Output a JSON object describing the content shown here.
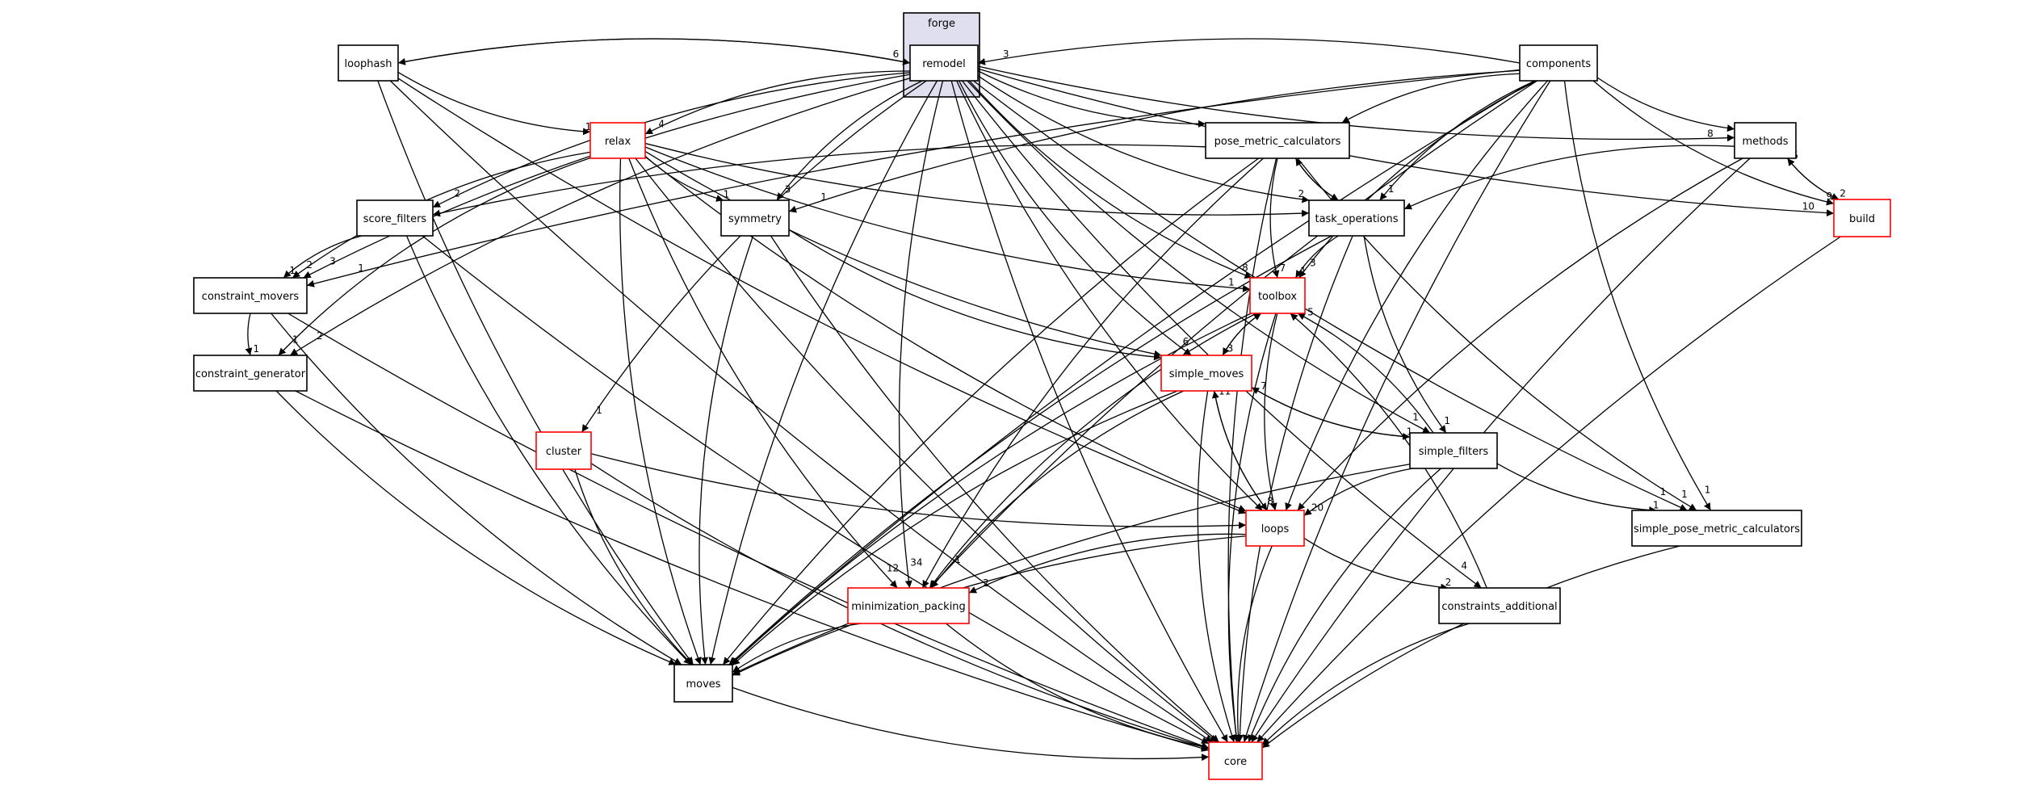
{
  "diagram": {
    "cluster": {
      "id": "forge",
      "label": "forge"
    },
    "nodes": [
      {
        "id": "remodel",
        "label": "remodel",
        "color": "#000000"
      },
      {
        "id": "loophash",
        "label": "loophash",
        "color": "#000000"
      },
      {
        "id": "components",
        "label": "components",
        "color": "#000000"
      },
      {
        "id": "relax",
        "label": "relax",
        "color": "#ff0000"
      },
      {
        "id": "pose_metric_calculators",
        "label": "pose_metric_calculators",
        "color": "#000000"
      },
      {
        "id": "methods",
        "label": "methods",
        "color": "#000000"
      },
      {
        "id": "build",
        "label": "build",
        "color": "#ff0000"
      },
      {
        "id": "score_filters",
        "label": "score_filters",
        "color": "#000000"
      },
      {
        "id": "symmetry",
        "label": "symmetry",
        "color": "#000000"
      },
      {
        "id": "task_operations",
        "label": "task_operations",
        "color": "#000000"
      },
      {
        "id": "constraint_movers",
        "label": "constraint_movers",
        "color": "#000000"
      },
      {
        "id": "toolbox",
        "label": "toolbox",
        "color": "#ff0000"
      },
      {
        "id": "constraint_generator",
        "label": "constraint_generator",
        "color": "#000000"
      },
      {
        "id": "simple_moves",
        "label": "simple_moves",
        "color": "#ff0000"
      },
      {
        "id": "cluster",
        "label": "cluster",
        "color": "#ff0000"
      },
      {
        "id": "simple_filters",
        "label": "simple_filters",
        "color": "#000000"
      },
      {
        "id": "loops",
        "label": "loops",
        "color": "#ff0000"
      },
      {
        "id": "simple_pose_metric_calculators",
        "label": "simple_pose_metric_calculators",
        "color": "#000000"
      },
      {
        "id": "minimization_packing",
        "label": "minimization_packing",
        "color": "#ff0000"
      },
      {
        "id": "constraints_additional",
        "label": "constraints_additional",
        "color": "#000000"
      },
      {
        "id": "moves",
        "label": "moves",
        "color": "#000000"
      },
      {
        "id": "core",
        "label": "core",
        "color": "#ff0000"
      }
    ],
    "edges": [
      {
        "from": "remodel",
        "to": "loophash",
        "label": ""
      },
      {
        "from": "remodel",
        "to": "relax",
        "label": "4"
      },
      {
        "from": "remodel",
        "to": "pose_metric_calculators",
        "label": ""
      },
      {
        "from": "remodel",
        "to": "methods",
        "label": "8"
      },
      {
        "from": "remodel",
        "to": "build",
        "label": "10"
      },
      {
        "from": "remodel",
        "to": "score_filters",
        "label": "2"
      },
      {
        "from": "remodel",
        "to": "symmetry",
        "label": "3"
      },
      {
        "from": "remodel",
        "to": "task_operations",
        "label": "2"
      },
      {
        "from": "remodel",
        "to": "constraint_movers",
        "label": "3"
      },
      {
        "from": "remodel",
        "to": "toolbox",
        "label": "8"
      },
      {
        "from": "remodel",
        "to": "constraint_generator",
        "label": "2"
      },
      {
        "from": "remodel",
        "to": "simple_moves",
        "label": "6"
      },
      {
        "from": "remodel",
        "to": "cluster",
        "label": "1"
      },
      {
        "from": "remodel",
        "to": "simple_filters",
        "label": "1"
      },
      {
        "from": "remodel",
        "to": "loops",
        "label": ""
      },
      {
        "from": "remodel",
        "to": "simple_pose_metric_calculators",
        "label": "1"
      },
      {
        "from": "remodel",
        "to": "minimization_packing",
        "label": "34"
      },
      {
        "from": "remodel",
        "to": "constraints_additional",
        "label": "4"
      },
      {
        "from": "remodel",
        "to": "moves",
        "label": ""
      },
      {
        "from": "remodel",
        "to": "core",
        "label": ""
      },
      {
        "from": "components",
        "to": "remodel",
        "label": "3"
      },
      {
        "from": "components",
        "to": "pose_metric_calculators",
        "label": ""
      },
      {
        "from": "components",
        "to": "methods",
        "label": ""
      },
      {
        "from": "components",
        "to": "build",
        "label": "9"
      },
      {
        "from": "components",
        "to": "task_operations",
        "label": "1"
      },
      {
        "from": "components",
        "to": "symmetry",
        "label": "1"
      },
      {
        "from": "components",
        "to": "constraint_movers",
        "label": "1"
      },
      {
        "from": "components",
        "to": "toolbox",
        "label": "3"
      },
      {
        "from": "components",
        "to": "loops",
        "label": ""
      },
      {
        "from": "components",
        "to": "simple_pose_metric_calculators",
        "label": "1"
      },
      {
        "from": "components",
        "to": "minimization_packing",
        "label": "1"
      },
      {
        "from": "components",
        "to": "moves",
        "label": ""
      },
      {
        "from": "components",
        "to": "core",
        "label": ""
      },
      {
        "from": "loophash",
        "to": "remodel",
        "label": "6"
      },
      {
        "from": "loophash",
        "to": "relax",
        "label": "12"
      },
      {
        "from": "loophash",
        "to": "loops",
        "label": ""
      },
      {
        "from": "loophash",
        "to": "moves",
        "label": ""
      },
      {
        "from": "loophash",
        "to": "core",
        "label": ""
      },
      {
        "from": "relax",
        "to": "symmetry",
        "label": "1"
      },
      {
        "from": "relax",
        "to": "task_operations",
        "label": ""
      },
      {
        "from": "relax",
        "to": "constraint_movers",
        "label": "2"
      },
      {
        "from": "relax",
        "to": "toolbox",
        "label": "1"
      },
      {
        "from": "relax",
        "to": "constraint_generator",
        "label": "1"
      },
      {
        "from": "relax",
        "to": "simple_moves",
        "label": ""
      },
      {
        "from": "relax",
        "to": "loops",
        "label": ""
      },
      {
        "from": "relax",
        "to": "minimization_packing",
        "label": "12"
      },
      {
        "from": "relax",
        "to": "moves",
        "label": ""
      },
      {
        "from": "relax",
        "to": "core",
        "label": ""
      },
      {
        "from": "pose_metric_calculators",
        "to": "task_operations",
        "label": ""
      },
      {
        "from": "pose_metric_calculators",
        "to": "toolbox",
        "label": "7"
      },
      {
        "from": "pose_metric_calculators",
        "to": "score_filters",
        "label": ""
      },
      {
        "from": "pose_metric_calculators",
        "to": "simple_pose_metric_calculators",
        "label": "1"
      },
      {
        "from": "pose_metric_calculators",
        "to": "minimization_packing",
        "label": ""
      },
      {
        "from": "pose_metric_calculators",
        "to": "moves",
        "label": ""
      },
      {
        "from": "pose_metric_calculators",
        "to": "core",
        "label": ""
      },
      {
        "from": "methods",
        "to": "build",
        "label": "2"
      },
      {
        "from": "methods",
        "to": "task_operations",
        "label": ""
      },
      {
        "from": "methods",
        "to": "loops",
        "label": ""
      },
      {
        "from": "methods",
        "to": "core",
        "label": ""
      },
      {
        "from": "build",
        "to": "methods",
        "label": "5"
      },
      {
        "from": "build",
        "to": "core",
        "label": ""
      },
      {
        "from": "score_filters",
        "to": "constraint_movers",
        "label": "1"
      },
      {
        "from": "score_filters",
        "to": "moves",
        "label": ""
      },
      {
        "from": "score_filters",
        "to": "core",
        "label": ""
      },
      {
        "from": "symmetry",
        "to": "simple_moves",
        "label": ""
      },
      {
        "from": "symmetry",
        "to": "moves",
        "label": ""
      },
      {
        "from": "symmetry",
        "to": "core",
        "label": ""
      },
      {
        "from": "task_operations",
        "to": "pose_metric_calculators",
        "label": ""
      },
      {
        "from": "task_operations",
        "to": "toolbox",
        "label": "1"
      },
      {
        "from": "task_operations",
        "to": "simple_filters",
        "label": "1"
      },
      {
        "from": "task_operations",
        "to": "moves",
        "label": ""
      },
      {
        "from": "task_operations",
        "to": "core",
        "label": ""
      },
      {
        "from": "constraint_movers",
        "to": "constraint_generator",
        "label": "1"
      },
      {
        "from": "constraint_movers",
        "to": "moves",
        "label": ""
      },
      {
        "from": "constraint_movers",
        "to": "core",
        "label": ""
      },
      {
        "from": "constraint_generator",
        "to": "moves",
        "label": ""
      },
      {
        "from": "constraint_generator",
        "to": "core",
        "label": ""
      },
      {
        "from": "toolbox",
        "to": "simple_moves",
        "label": "3"
      },
      {
        "from": "toolbox",
        "to": "loops",
        "label": ""
      },
      {
        "from": "toolbox",
        "to": "minimization_packing",
        "label": ""
      },
      {
        "from": "toolbox",
        "to": "moves",
        "label": ""
      },
      {
        "from": "toolbox",
        "to": "core",
        "label": ""
      },
      {
        "from": "simple_moves",
        "to": "toolbox",
        "label": "2"
      },
      {
        "from": "simple_moves",
        "to": "simple_filters",
        "label": "1"
      },
      {
        "from": "simple_moves",
        "to": "loops",
        "label": "8"
      },
      {
        "from": "simple_moves",
        "to": "minimization_packing",
        "label": ""
      },
      {
        "from": "simple_moves",
        "to": "moves",
        "label": ""
      },
      {
        "from": "simple_moves",
        "to": "core",
        "label": ""
      },
      {
        "from": "cluster",
        "to": "loops",
        "label": ""
      },
      {
        "from": "cluster",
        "to": "moves",
        "label": ""
      },
      {
        "from": "cluster",
        "to": "core",
        "label": ""
      },
      {
        "from": "simple_filters",
        "to": "toolbox",
        "label": "5"
      },
      {
        "from": "simple_filters",
        "to": "simple_moves",
        "label": "7"
      },
      {
        "from": "simple_filters",
        "to": "loops",
        "label": "20"
      },
      {
        "from": "simple_filters",
        "to": "simple_pose_metric_calculators",
        "label": "1"
      },
      {
        "from": "simple_filters",
        "to": "moves",
        "label": ""
      },
      {
        "from": "simple_filters",
        "to": "core",
        "label": ""
      },
      {
        "from": "loops",
        "to": "simple_moves",
        "label": "11"
      },
      {
        "from": "loops",
        "to": "minimization_packing",
        "label": "2"
      },
      {
        "from": "loops",
        "to": "constraints_additional",
        "label": "2"
      },
      {
        "from": "loops",
        "to": "moves",
        "label": ""
      },
      {
        "from": "loops",
        "to": "core",
        "label": ""
      },
      {
        "from": "simple_pose_metric_calculators",
        "to": "core",
        "label": ""
      },
      {
        "from": "minimization_packing",
        "to": "moves",
        "label": ""
      },
      {
        "from": "minimization_packing",
        "to": "core",
        "label": ""
      },
      {
        "from": "constraints_additional",
        "to": "toolbox",
        "label": ""
      },
      {
        "from": "constraints_additional",
        "to": "core",
        "label": ""
      },
      {
        "from": "moves",
        "to": "core",
        "label": ""
      }
    ]
  }
}
